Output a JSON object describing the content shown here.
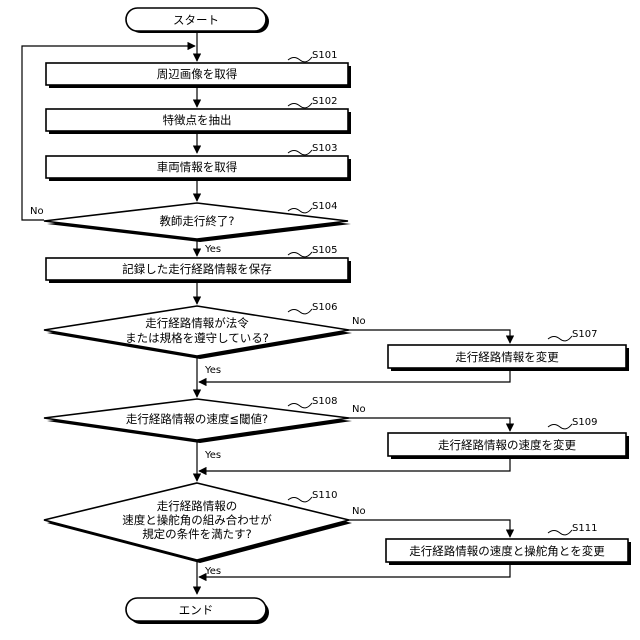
{
  "terminals": {
    "start": "スタート",
    "end": "エンド"
  },
  "steps": {
    "s101": {
      "id": "S101",
      "label": "周辺画像を取得"
    },
    "s102": {
      "id": "S102",
      "label": "特徴点を抽出"
    },
    "s103": {
      "id": "S103",
      "label": "車両情報を取得"
    },
    "s104": {
      "id": "S104",
      "label": "教師走行終了?"
    },
    "s105": {
      "id": "S105",
      "label": "記録した走行経路情報を保存"
    },
    "s106": {
      "id": "S106",
      "line1": "走行経路情報が法令",
      "line2": "または規格を遵守している?"
    },
    "s107": {
      "id": "S107",
      "label": "走行経路情報を変更"
    },
    "s108": {
      "id": "S108",
      "label": "走行経路情報の速度≦閾値?"
    },
    "s109": {
      "id": "S109",
      "label": "走行経路情報の速度を変更"
    },
    "s110": {
      "id": "S110",
      "line1": "走行経路情報の",
      "line2": "速度と操舵角の組み合わせが",
      "line3": "規定の条件を満たす?"
    },
    "s111": {
      "id": "S111",
      "label": "走行経路情報の速度と操舵角とを変更"
    }
  },
  "branch_labels": {
    "s104_no": "No",
    "s104_yes": "Yes",
    "s106_no": "No",
    "s106_yes": "Yes",
    "s108_no": "No",
    "s108_yes": "Yes",
    "s110_no": "No",
    "s110_yes": "Yes"
  }
}
